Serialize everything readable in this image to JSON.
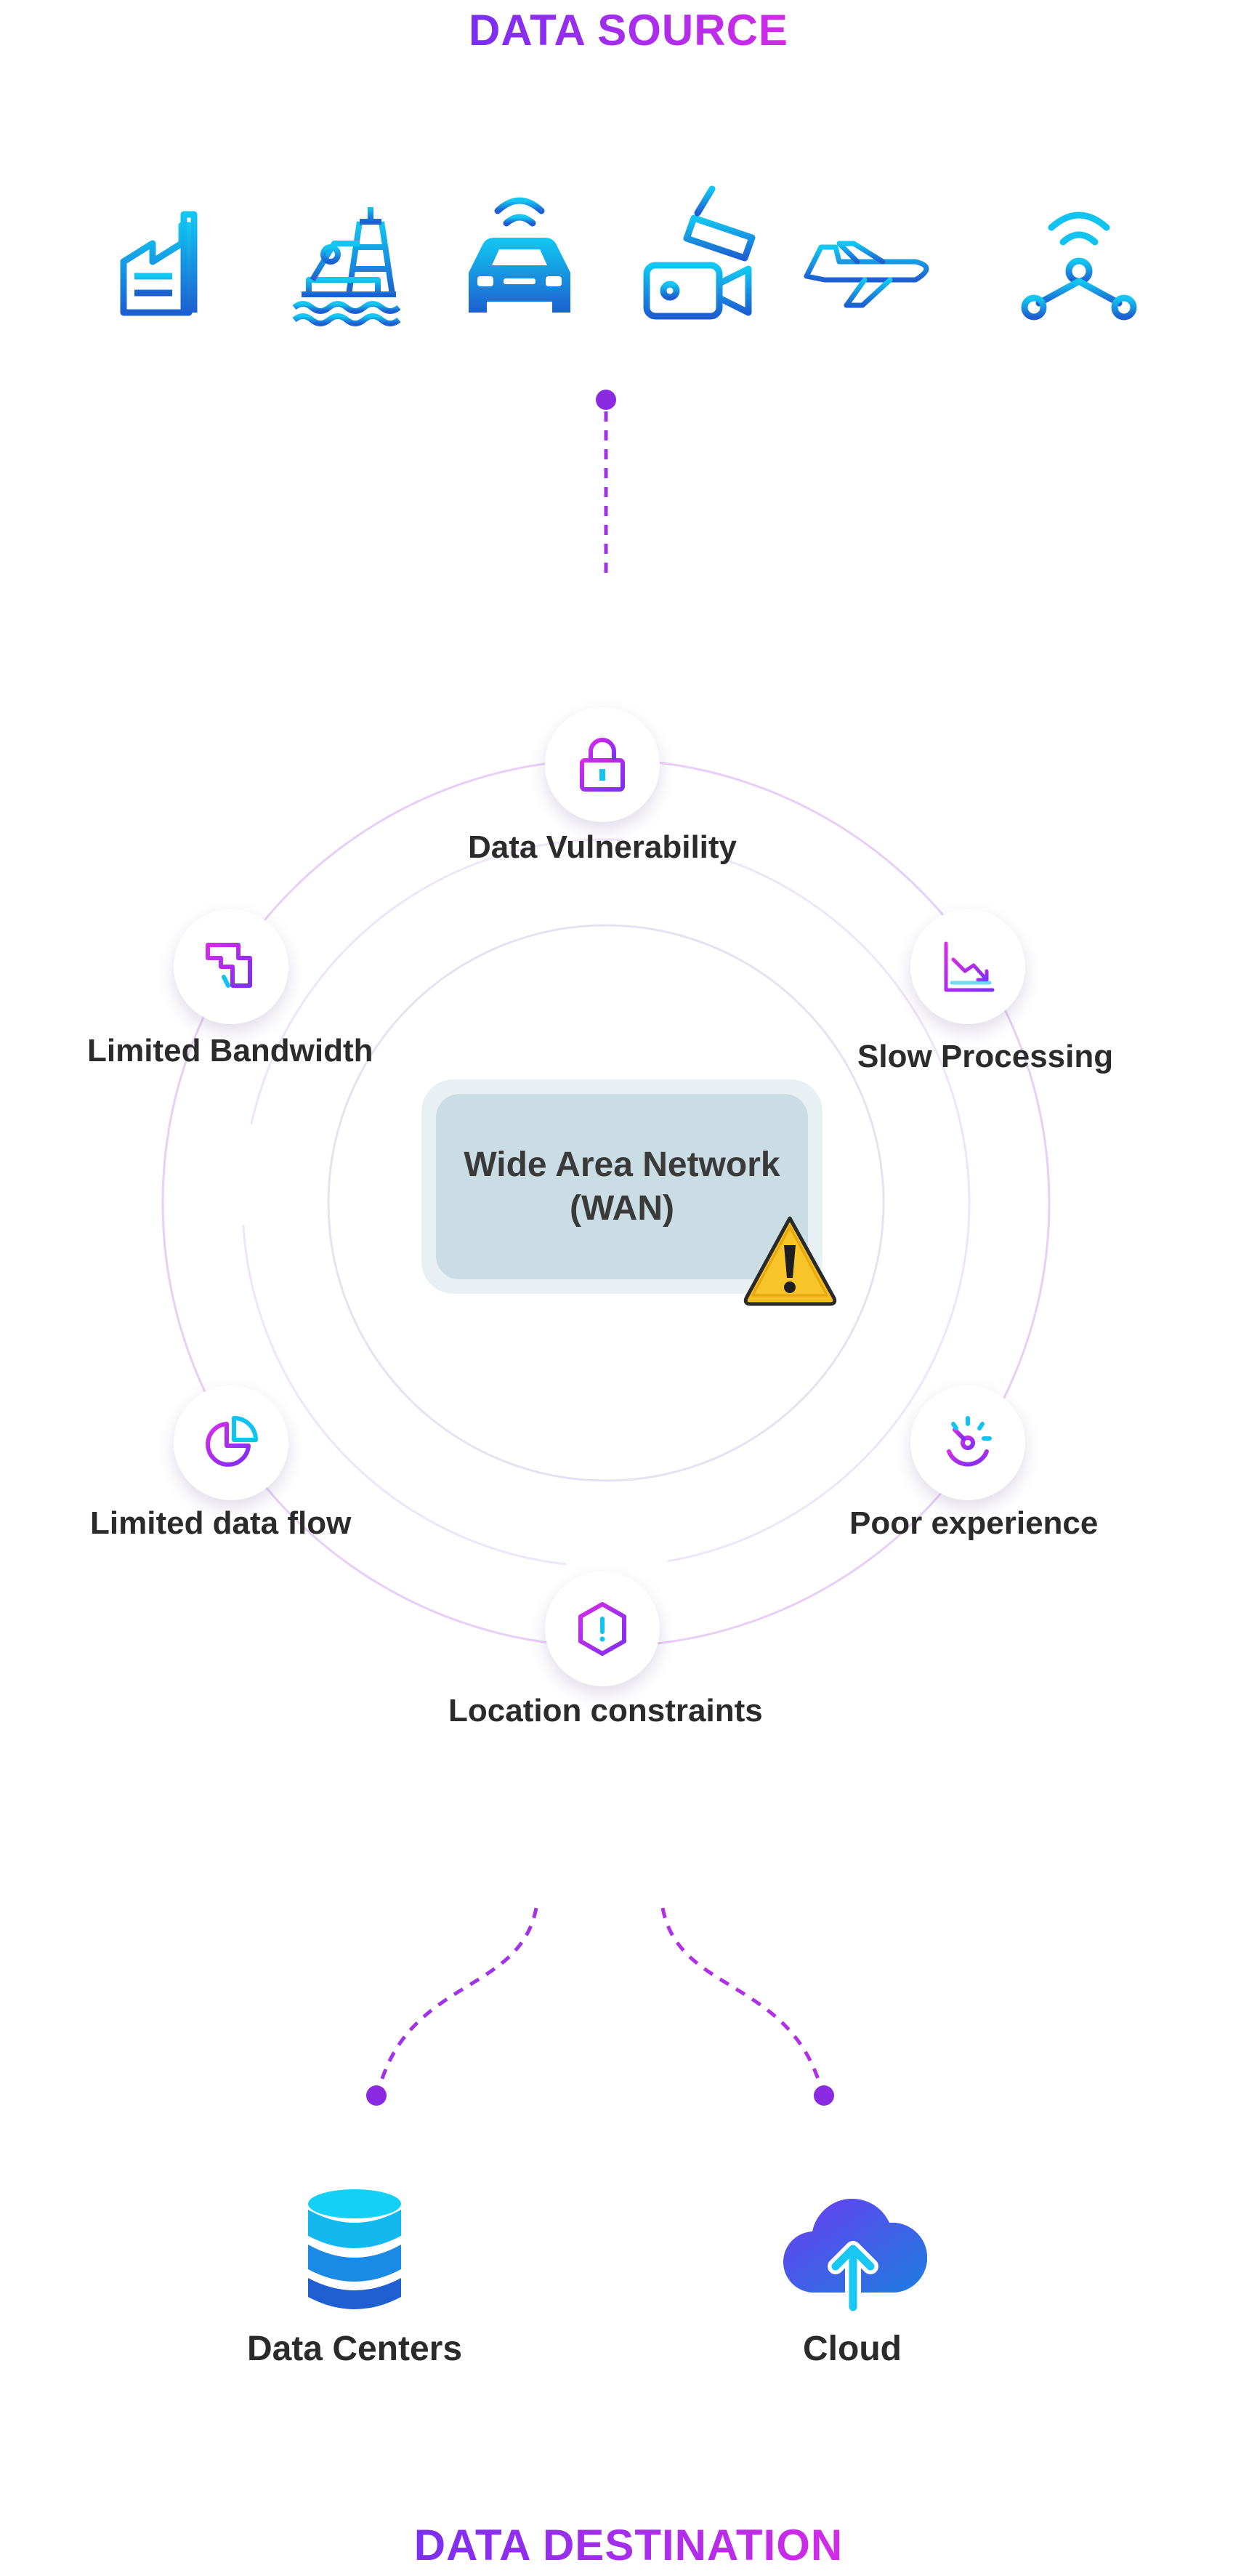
{
  "header": {
    "title": "DATA SOURCE"
  },
  "footer": {
    "title": "DATA DESTINATION"
  },
  "sources": [
    {
      "icon": "factory-icon"
    },
    {
      "icon": "oil-rig-icon"
    },
    {
      "icon": "connected-car-icon"
    },
    {
      "icon": "security-camera-icon"
    },
    {
      "icon": "airplane-icon"
    },
    {
      "icon": "wireless-network-icon"
    }
  ],
  "center": {
    "line1": "Wide Area Network",
    "line2": "(WAN)",
    "badge_icon": "warning-icon"
  },
  "challenges": [
    {
      "id": "data-vulnerability",
      "label": "Data Vulnerability",
      "icon": "lock-icon"
    },
    {
      "id": "slow-processing",
      "label": "Slow Processing",
      "icon": "chart-down-icon"
    },
    {
      "id": "poor-experience",
      "label": "Poor experience",
      "icon": "gauge-icon"
    },
    {
      "id": "location-constraints",
      "label": "Location constraints",
      "icon": "hexagon-alert-icon"
    },
    {
      "id": "limited-data-flow",
      "label": "Limited data flow",
      "icon": "pie-chart-icon"
    },
    {
      "id": "limited-bandwidth",
      "label": "Limited Bandwidth",
      "icon": "bandwidth-icon"
    }
  ],
  "destinations": [
    {
      "label": "Data Centers",
      "icon": "database-icon"
    },
    {
      "label": "Cloud",
      "icon": "cloud-upload-icon"
    }
  ],
  "colors": {
    "title_gradient_start": "#7a2ff0",
    "title_gradient_end": "#d12ce6",
    "icon_blue": "#1f6fd6",
    "icon_cyan": "#12c2f0",
    "connector_purple": "#8a2be2",
    "wan_box": "#cbdde4"
  }
}
